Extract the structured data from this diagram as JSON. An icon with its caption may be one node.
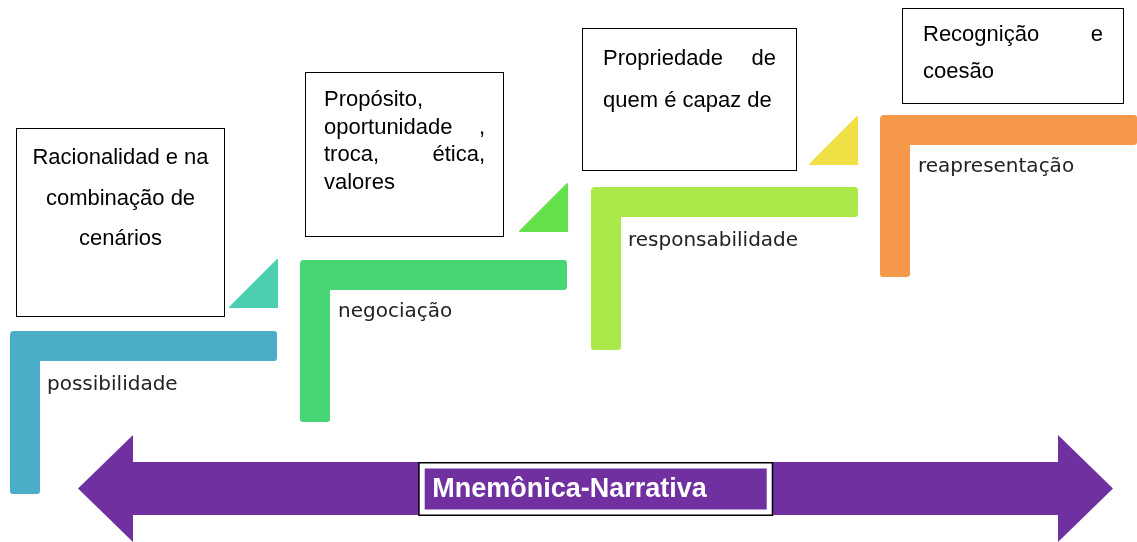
{
  "diagram": {
    "nodes": [
      {
        "text": [
          "Racionalidad e na combinação de cenários"
        ]
      },
      {
        "text": [
          "possibilidade"
        ]
      },
      {
        "text": [
          "Propósito, oportunidade , troca, ética, valores"
        ]
      },
      {
        "text": [
          "negociação"
        ]
      },
      {
        "text": [
          "Propriedade de quem é capaz de"
        ]
      },
      {
        "text": [
          "responsabilidade"
        ]
      },
      {
        "text": [
          "Recognição e coesão"
        ]
      },
      {
        "text": [
          "reapresentação"
        ]
      },
      {
        "text": [
          "Mnemônica-Narrativa"
        ]
      }
    ]
  }
}
